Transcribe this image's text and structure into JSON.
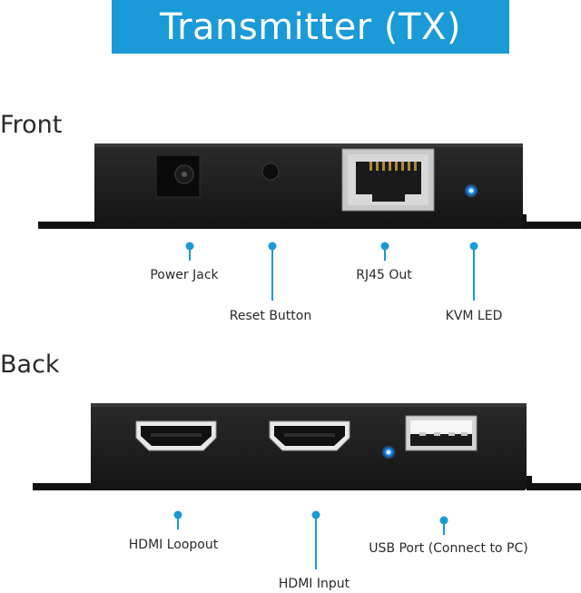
{
  "banner": {
    "title": "Transmitter (TX)"
  },
  "front": {
    "title": "Front",
    "callouts": [
      {
        "name": "power-jack-callout",
        "label": "Power Jack"
      },
      {
        "name": "reset-button-callout",
        "label": "Reset Button"
      },
      {
        "name": "rj45-out-callout",
        "label": "RJ45 Out"
      },
      {
        "name": "kvm-led-callout",
        "label": "KVM LED"
      }
    ]
  },
  "back": {
    "title": "Back",
    "callouts": [
      {
        "name": "hdmi-loopout-callout",
        "label": "HDMI Loopout"
      },
      {
        "name": "hdmi-input-callout",
        "label": "HDMI Input"
      },
      {
        "name": "usb-port-callout",
        "label": "USB Port (Connect to PC)"
      }
    ]
  },
  "colors": {
    "accent": "#1a9ad6",
    "device": "#1c1c1c",
    "led": "#1e90ff"
  }
}
